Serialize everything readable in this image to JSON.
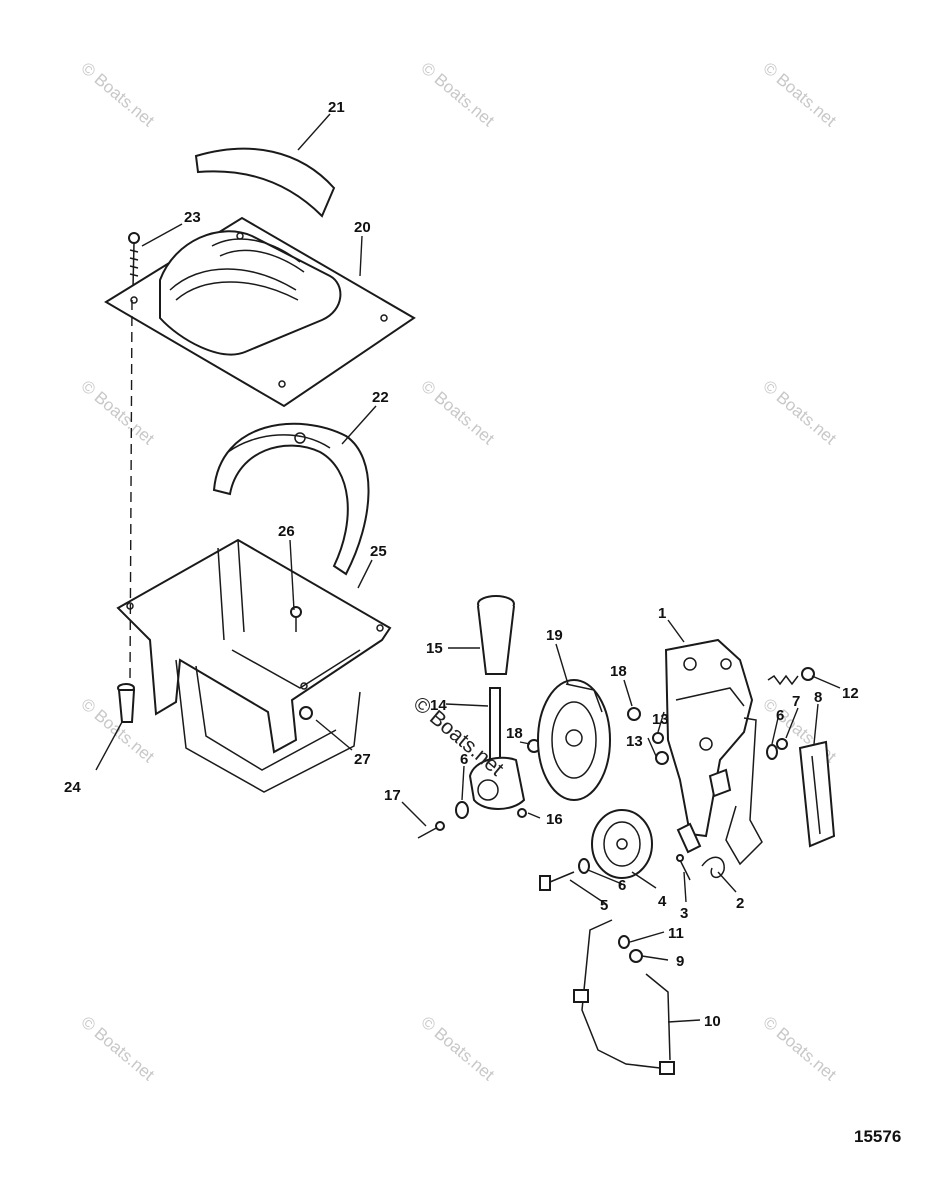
{
  "watermark": {
    "text": "© Boats.net",
    "center_text": "© Boats.net"
  },
  "figure_number": "15576",
  "callouts": {
    "c1": "1",
    "c2": "2",
    "c3": "3",
    "c4": "4",
    "c5": "5",
    "c6a": "6",
    "c6b": "6",
    "c6c": "6",
    "c7": "7",
    "c8": "8",
    "c9": "9",
    "c10": "10",
    "c11": "11",
    "c12": "12",
    "c13a": "13",
    "c13b": "13",
    "c14": "14",
    "c15": "15",
    "c16": "16",
    "c17": "17",
    "c18a": "18",
    "c18b": "18",
    "c19": "19",
    "c20": "20",
    "c21": "21",
    "c22": "22",
    "c23": "23",
    "c24": "24",
    "c25": "25",
    "c26": "26",
    "c27": "27"
  }
}
